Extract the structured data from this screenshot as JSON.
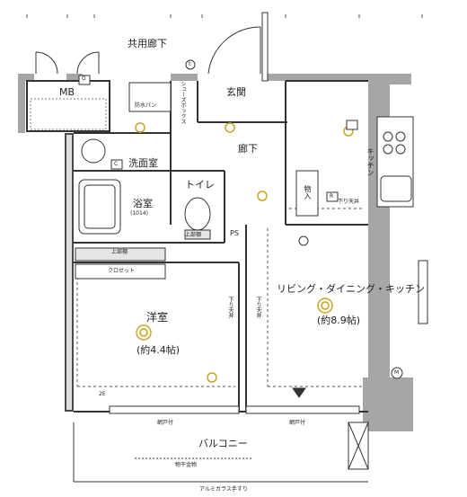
{
  "rooms": {
    "common_corridor": "共用廊下",
    "mb": "MB",
    "entrance": "玄関",
    "hallway": "廊下",
    "washroom": "洗面室",
    "bathroom": "浴室",
    "bathroom_size": "(1014)",
    "toilet": "トイレ",
    "kitchen": "キッチン",
    "storage": "物入",
    "western_room": "洋室",
    "western_room_size": "(約4.4帖)",
    "ldk": "リビング・ダイニング・キッチン",
    "ldk_size": "(約8.9帖)",
    "balcony": "バルコニー",
    "closet": "クロゼット",
    "upper_shelf": "上部棚",
    "ps": "PS"
  },
  "annotations": {
    "shoe_box": "シューズボックス",
    "waterproof_pan": "防水パン",
    "ceiling_drop_1": "下り天井",
    "ceiling_drop_2": "下り天井",
    "ceiling_drop_3": "下り天井",
    "screen_door_1": "網戸付",
    "screen_door_2": "網戸付",
    "drying_hardware": "物干金物",
    "aluminum_railing": "アルミガラス手すり",
    "upper_cabinet": "上部棚",
    "symbol_g": "G",
    "symbol_c": "C",
    "symbol_r": "R",
    "symbol_m": "M",
    "symbol_t": "t",
    "symbol_2e": "2E"
  },
  "colors": {
    "wall_gray": "#a6a6a6",
    "wall_dark": "#4a4a4a",
    "line": "#333333",
    "fixture": "#c9a227"
  }
}
